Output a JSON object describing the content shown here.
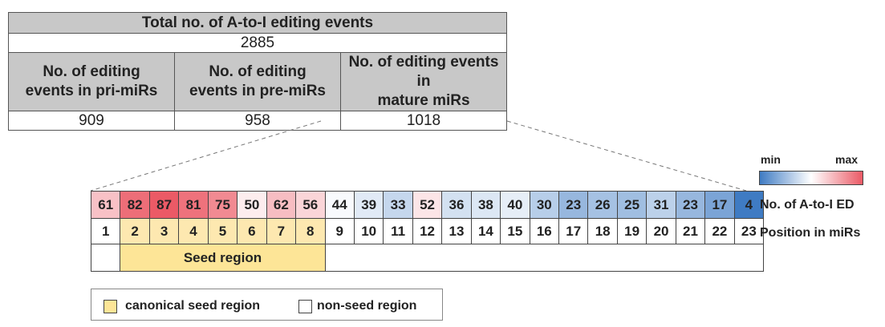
{
  "summary": {
    "title": "Total no. of A-to-I editing events",
    "total": "2885",
    "columns": [
      {
        "label_line1": "No. of editing",
        "label_line2": "events in pri-miRs",
        "value": "909"
      },
      {
        "label_line1": "No. of editing",
        "label_line2": "events in pre-miRs",
        "value": "958"
      },
      {
        "label_line1": "No. of editing events in",
        "label_line2": "mature miRs",
        "value": "1018"
      }
    ]
  },
  "scale": {
    "min_label": "min",
    "max_label": "max",
    "min_color": "#3f7bc3",
    "mid_color": "#ffffff",
    "max_color": "#eb5a66"
  },
  "chart_data": {
    "type": "heatmap",
    "positions": [
      "1",
      "2",
      "3",
      "4",
      "5",
      "6",
      "7",
      "8",
      "9",
      "10",
      "11",
      "12",
      "13",
      "14",
      "15",
      "16",
      "17",
      "18",
      "19",
      "20",
      "21",
      "22",
      "23"
    ],
    "values": [
      61,
      82,
      87,
      81,
      75,
      50,
      62,
      56,
      44,
      39,
      33,
      52,
      36,
      38,
      40,
      30,
      23,
      26,
      25,
      31,
      23,
      17,
      4
    ],
    "seed_positions": [
      2,
      3,
      4,
      5,
      6,
      7,
      8
    ],
    "row_labels": {
      "values": "No. of A-to-I ED",
      "positions": "Position in miRs"
    },
    "seed_label": "Seed region"
  },
  "legend": {
    "items": [
      {
        "label": "canonical seed region",
        "color": "#fde597"
      },
      {
        "label": "non-seed region",
        "color": "#ffffff"
      }
    ]
  }
}
